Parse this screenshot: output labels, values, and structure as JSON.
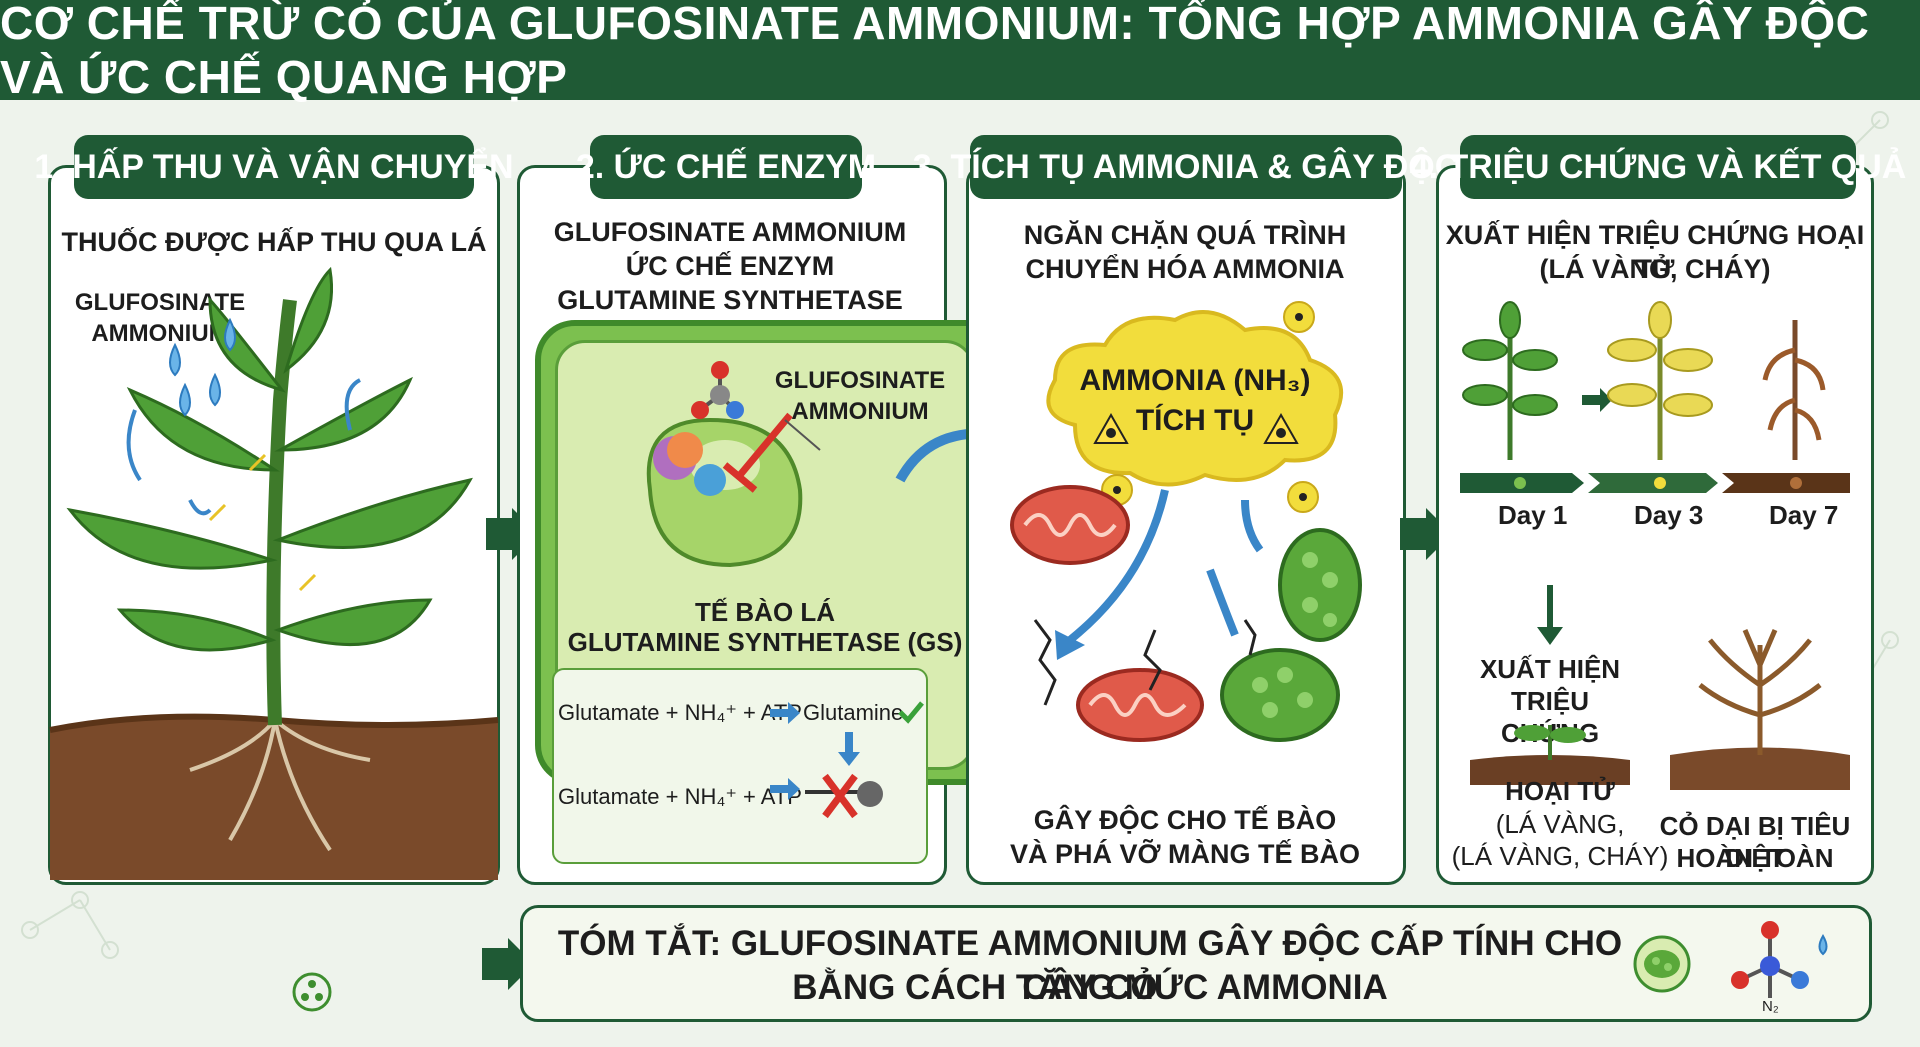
{
  "title": "CƠ CHẾ TRỪ CỎ CỦA GLUFOSINATE AMMONIUM: TỔNG HỢP AMMONIA GÂY ĐỘC VÀ ỨC CHẾ QUANG HỢP",
  "panels": [
    {
      "tab": "1. HẤP THU VÀ VẬN CHUYỂN",
      "caption": "THUỐC ĐƯỢC HẤP THU QUA LÁ",
      "chemical_label_1": "GLUFOSINATE",
      "chemical_label_2": "AMMONIUM"
    },
    {
      "tab": "2. ỨC CHẾ ENZYM",
      "caption_lines": [
        "GLUFOSINATE AMMONIUM",
        "ỨC CHẾ ENZYM",
        "GLUTAMINE SYNTHETASE (GS)"
      ],
      "inhibitor_label_1": "GLUFOSINATE",
      "inhibitor_label_2": "AMMONIUM",
      "cell_label_1": "TẾ BÀO LÁ",
      "cell_label_2": "GLUTAMINE SYNTHETASE (GS)",
      "reaction_1_left": "Glutamate + NH₄⁺ + ATP",
      "reaction_1_right": "Glutamine",
      "reaction_2_left": "Glutamate + NH₄⁺ + ATP"
    },
    {
      "tab": "3. TÍCH TỤ AMMONIA & GÂY ĐỘC",
      "caption_lines": [
        "NGĂN CHẶN QUÁ TRÌNH",
        "CHUYỂN HÓA AMMONIA"
      ],
      "cloud_line_1": "AMMONIA (NH₃)",
      "cloud_line_2": "TÍCH TỤ",
      "bottom_lines": [
        "GÂY ĐỘC CHO TẾ BÀO",
        "VÀ PHÁ VỠ MÀNG TẾ BÀO"
      ]
    },
    {
      "tab": "4. TRIỆU CHỨNG VÀ KẾT QUẢ",
      "caption_lines": [
        "XUẤT HIỆN TRIỆU CHỨNG HOẠI TỬ",
        "(LÁ VÀNG, CHÁY)"
      ],
      "days": [
        "Day 1",
        "Day 3",
        "Day 7"
      ],
      "sprout_label_lines": [
        "XUẤT HIỆN",
        "TRIỆU CHỨNG"
      ],
      "necrosis_lines": [
        "HOẠI TỬ",
        "(LÁ VÀNG,",
        "(LÁ VÀNG, CHÁY)"
      ],
      "dead_lines": [
        "CỎ DẠI BỊ TIÊU DIỆT",
        "HOÀN TOÀN"
      ]
    }
  ],
  "summary": {
    "line_1": "TÓM TẮT: GLUFOSINATE AMMONIUM GÂY ĐỘC CẤP TÍNH CHO CÂY CỎ",
    "line_2": "BẰNG CÁCH TĂNG MỨC AMMONIA",
    "molecule_label": "N₂"
  },
  "colors": {
    "header": "#1f5a35",
    "panel_border": "#1f5a35",
    "leaf": "#3e8e2f",
    "cell": "#7cc04f",
    "ammonia_cloud": "#f2dd3c",
    "arrow_blue": "#3a86c8",
    "inhibit_red": "#d8322a"
  }
}
